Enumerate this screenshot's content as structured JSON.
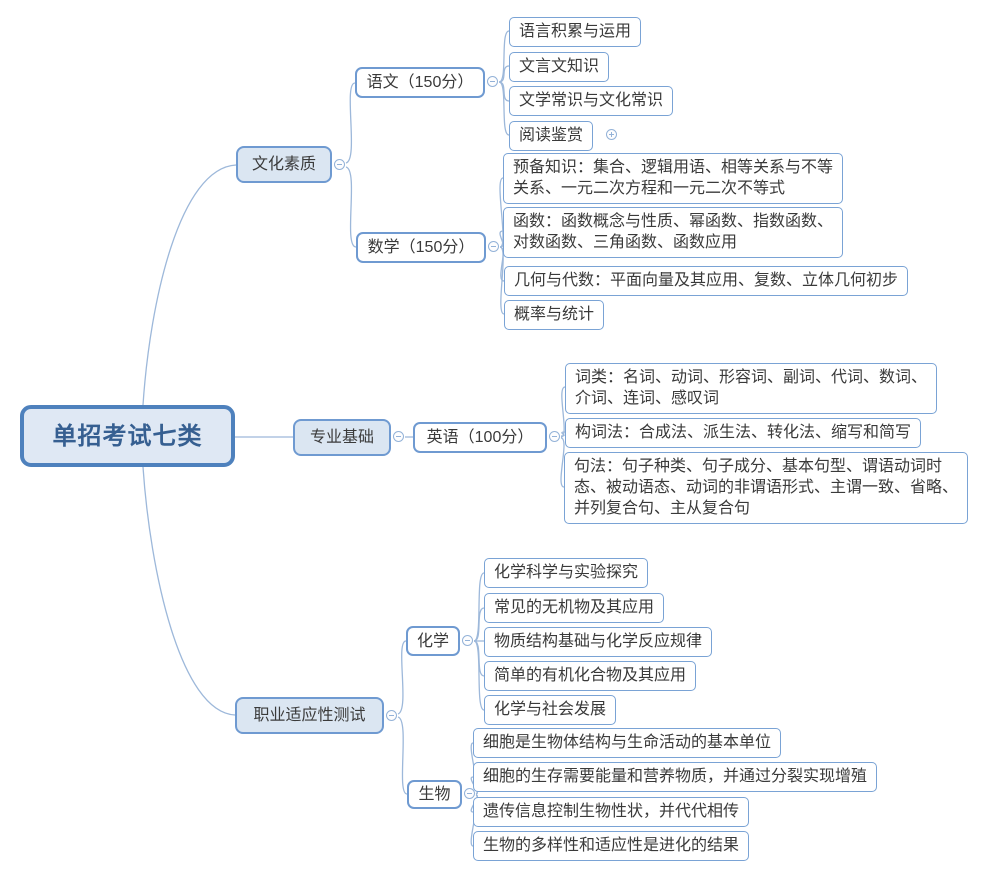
{
  "colors": {
    "root_fill": "#dfe8f4",
    "root_border": "#4e81bd",
    "root_text": "#365f91",
    "branch_fill": "#dbe6f2",
    "node_border": "#6f9ad1",
    "leaf_border": "#7aa3d5",
    "connector": "#9db8da",
    "leaf_text": "#3a3a3a"
  },
  "icons": {
    "collapse": "minus-circle-icon",
    "expand": "plus-circle-icon"
  },
  "mindmap": {
    "root": {
      "label": "单招考试七类"
    },
    "branches": [
      {
        "label": "文化素质",
        "children": [
          {
            "label": "语文（150分）",
            "children": [
              {
                "label": "语言积累与运用"
              },
              {
                "label": "文言文知识"
              },
              {
                "label": "文学常识与文化常识"
              },
              {
                "label": "阅读鉴赏"
              }
            ]
          },
          {
            "label": "数学（150分）",
            "children": [
              {
                "label": "预备知识：集合、逻辑用语、相等关系与不等\n关系、一元二次方程和一元二次不等式"
              },
              {
                "label": "函数：函数概念与性质、幂函数、指数函数、\n对数函数、三角函数、函数应用"
              },
              {
                "label": "几何与代数：平面向量及其应用、复数、立体几何初步"
              },
              {
                "label": "概率与统计"
              }
            ]
          }
        ]
      },
      {
        "label": "专业基础",
        "children": [
          {
            "label": "英语（100分）",
            "children": [
              {
                "label": "词类：名词、动词、形容词、副词、代词、数词、\n介词、连词、感叹词"
              },
              {
                "label": "构词法：合成法、派生法、转化法、缩写和简写"
              },
              {
                "label": "句法：句子种类、句子成分、基本句型、谓语动词时\n态、被动语态、动词的非谓语形式、主谓一致、省略、\n并列复合句、主从复合句"
              }
            ]
          }
        ]
      },
      {
        "label": "职业适应性测试",
        "children": [
          {
            "label": "化学",
            "children": [
              {
                "label": "化学科学与实验探究"
              },
              {
                "label": "常见的无机物及其应用"
              },
              {
                "label": "物质结构基础与化学反应规律"
              },
              {
                "label": "简单的有机化合物及其应用"
              },
              {
                "label": "化学与社会发展"
              }
            ]
          },
          {
            "label": "生物",
            "children": [
              {
                "label": "细胞是生物体结构与生命活动的基本单位"
              },
              {
                "label": "细胞的生存需要能量和营养物质，并通过分裂实现增殖"
              },
              {
                "label": "遗传信息控制生物性状，并代代相传"
              },
              {
                "label": "生物的多样性和适应性是进化的结果"
              }
            ]
          }
        ]
      }
    ]
  }
}
